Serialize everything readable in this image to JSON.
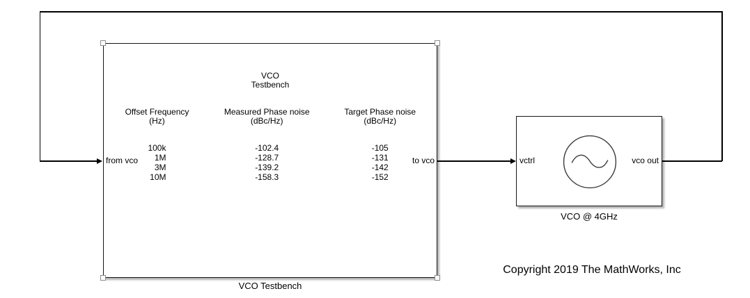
{
  "testbench": {
    "title_lines": [
      "VCO",
      "Testbench"
    ],
    "block_name": "VCO Testbench",
    "ports": {
      "input": "from vco",
      "output": "to vco"
    },
    "table": {
      "columns": [
        {
          "header": "Offset Frequency",
          "unit": "(Hz)",
          "values": [
            "100k",
            "1M",
            "3M",
            "10M"
          ]
        },
        {
          "header": "Measured Phase noise",
          "unit": "(dBc/Hz)",
          "values": [
            "-102.4",
            "-128.7",
            "-139.2",
            "-158.3"
          ]
        },
        {
          "header": "Target Phase noise",
          "unit": "(dBc/Hz)",
          "values": [
            "-105",
            "-131",
            "-142",
            "-152"
          ]
        }
      ]
    }
  },
  "vco_block": {
    "block_name": "VCO @ 4GHz",
    "ports": {
      "input": "vctrl",
      "output": "vco out"
    },
    "icon": "sine-wave-icon"
  },
  "annotation": {
    "copyright": "Copyright 2019 The MathWorks, Inc"
  },
  "colors": {
    "background": "#ffffff",
    "wire": "#000000",
    "block_border": "#161616",
    "icon_stroke": "#3a3a3a",
    "handle_border": "#8c8c8c"
  }
}
